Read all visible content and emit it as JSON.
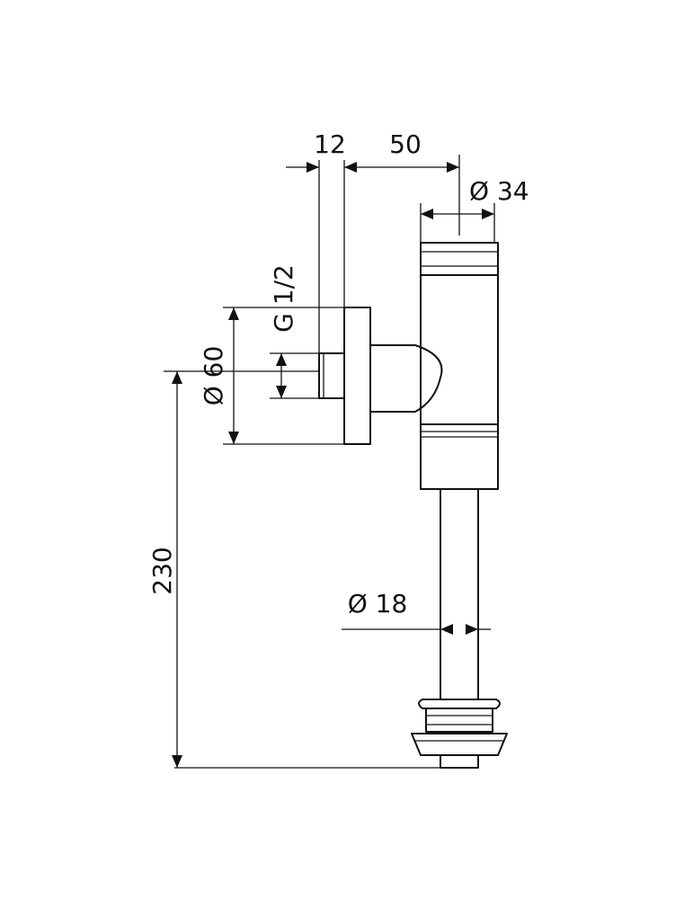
{
  "dimensions": {
    "offset_12": "12",
    "offset_50": "50",
    "dia_34": "Ø 34",
    "thread_g12": "G 1/2",
    "dia_60": "Ø 60",
    "height_230": "230",
    "dia_18": "Ø 18"
  }
}
